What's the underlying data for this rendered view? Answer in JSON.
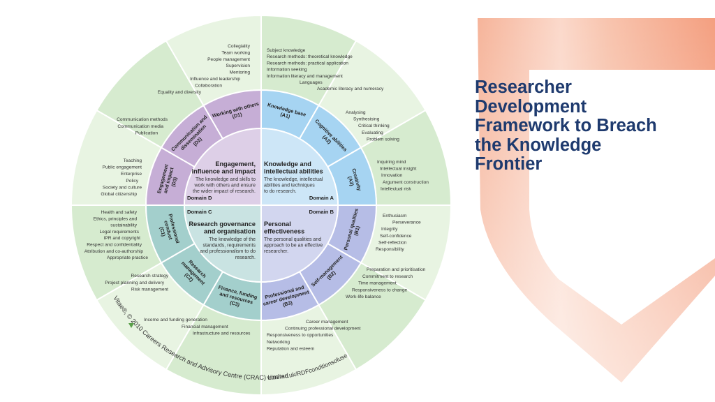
{
  "title_lines": [
    "Researcher",
    "Development",
    "Framework to Breach",
    "the Knowledge",
    "Frontier"
  ],
  "colors": {
    "outer_ring": "#d6ebcf",
    "outer_ring_alt": "#e8f4e2",
    "domain_a": "#a6d4f2",
    "domain_b": "#b6bde6",
    "domain_c": "#a3cfcc",
    "domain_d": "#c6aed6",
    "center_a": "#cde6f7",
    "center_b": "#d2d6ef",
    "center_c": "#c9e3e2",
    "center_d": "#ddcfe7",
    "title": "#1e3a6e",
    "shield": "#f4a88a"
  },
  "domains": {
    "a": {
      "title": [
        "Knowledge and",
        "intellectual abilities"
      ],
      "desc": [
        "The knowledge, intellectual",
        "abilities and techniques",
        "to do research."
      ],
      "label": "Domain A"
    },
    "b": {
      "title": [
        "Personal",
        "effectiveness"
      ],
      "desc": [
        "The personal qualities and",
        "approach to be an effective",
        "researcher."
      ],
      "label": "Domain B"
    },
    "c": {
      "title": [
        "Research governance",
        "and organisation"
      ],
      "desc": [
        "The knowledge of the",
        "standards, requirements",
        "and professionalism to do",
        "research."
      ],
      "label": "Domain C"
    },
    "d": {
      "title": [
        "Engagement,",
        "influence and impact"
      ],
      "desc": [
        "The knowledge and skills to",
        "work with others and ensure",
        "the wider impact of research."
      ],
      "label": "Domain D"
    }
  },
  "subdomains": {
    "a1": [
      "Knowledge base",
      "(A1)"
    ],
    "a2": [
      "Cognitive abilities",
      "(A2)"
    ],
    "a3": [
      "Creativity",
      "(A3)"
    ],
    "b1": [
      "Personal qualities",
      "(B1)"
    ],
    "b2": [
      "Self-management",
      "(B2)"
    ],
    "b3": [
      "Professional and",
      "career development",
      "(B3)"
    ],
    "c1": [
      "Professional",
      "conduct",
      "(C1)"
    ],
    "c2": [
      "Research",
      "management",
      "(C2)"
    ],
    "c3": [
      "Finance, funding",
      "and resources",
      "(C3)"
    ],
    "d1": [
      "Working with others",
      "(D1)"
    ],
    "d2": [
      "Communication and",
      "dissemination",
      "(D2)"
    ],
    "d3": [
      "Engagement",
      "and impact",
      "(D3)"
    ]
  },
  "descriptors": {
    "a1": [
      "Subject knowledge",
      "Research methods: theoretical knowledge",
      "Research methods: practical application",
      "Information seeking",
      "Information literacy and management",
      "Languages",
      "Academic literacy and numeracy"
    ],
    "a2": [
      "Analysing",
      "Synthesising",
      "Critical thinking",
      "Evaluating",
      "Problem solving"
    ],
    "a3": [
      "Inquiring mind",
      "Intellectual insight",
      "Innovation",
      "Argument construction",
      "Intellectual risk"
    ],
    "b1": [
      "Enthusiasm",
      "Perseverance",
      "Integrity",
      "Self-confidence",
      "Self-reflection",
      "Responsibility"
    ],
    "b2": [
      "Preparation and prioritisation",
      "Commitment to research",
      "Time management",
      "Responsiveness to change",
      "Work-life balance"
    ],
    "b3": [
      "Career management",
      "Continuing professional development",
      "Responsiveness to opportunities",
      "Networking",
      "Reputation and esteem"
    ],
    "c1": [
      "Health and safety",
      "Ethics, principles and",
      "sustainability",
      "Legal requirements",
      "IPR and copyright",
      "Respect and confidentiality",
      "Attribution and co-authorship",
      "Appropriate practice"
    ],
    "c2": [
      "Research strategy",
      "Project planning and delivery",
      "Risk management"
    ],
    "c3": [
      "Income and funding generation",
      "Financial management",
      "Infrastructure and resources"
    ],
    "d1": [
      "Collegiality",
      "Team working",
      "People management",
      "Supervision",
      "Mentoring",
      "Influence and leadership",
      "Collaboration",
      "Equality and diversity"
    ],
    "d2": [
      "Communication methods",
      "Communication media",
      "Publication"
    ],
    "d3": [
      "Teaching",
      "Public engagement",
      "Enterprise",
      "Policy",
      "Society and culture",
      "Global citizenship"
    ]
  },
  "footer": {
    "copyright": "Vitae®, © 2010 Careers Research and Advisory Centre (CRAC) Limited",
    "url": "vitae.ac.uk/RDFconditionsofuse"
  }
}
